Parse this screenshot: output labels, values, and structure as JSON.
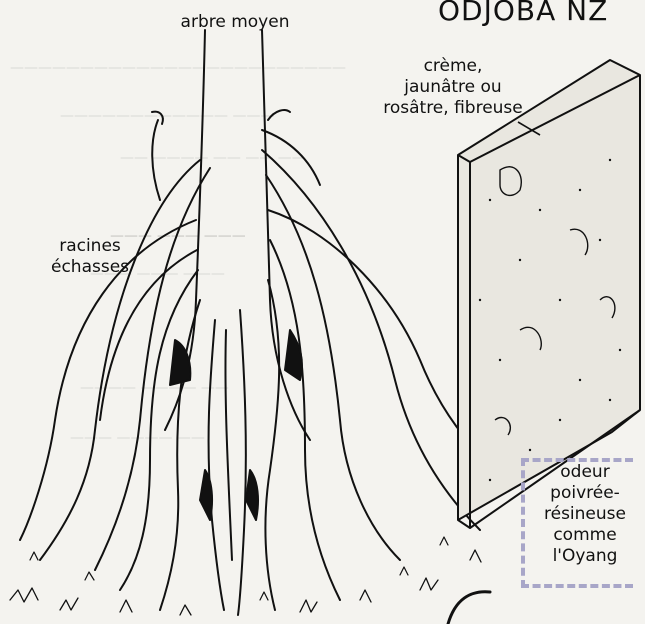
{
  "heading": "ODJOBA NZ",
  "labels": {
    "tree": "arbre moyen",
    "bark_line1": "crème,",
    "bark_line2": "jaunâtre ou",
    "bark_line3": "rosâtre, fibreuse",
    "roots_line1": "racines",
    "roots_line2": "échasses"
  },
  "odeur": {
    "lines": [
      "odeur",
      "poivrée-",
      "résineuse",
      "comme",
      "l'Oyang"
    ]
  },
  "colors": {
    "ink": "#111111",
    "paper": "#f4f3ef",
    "box_border": "#a8a6c8",
    "show_through": "#d9d8d4"
  }
}
